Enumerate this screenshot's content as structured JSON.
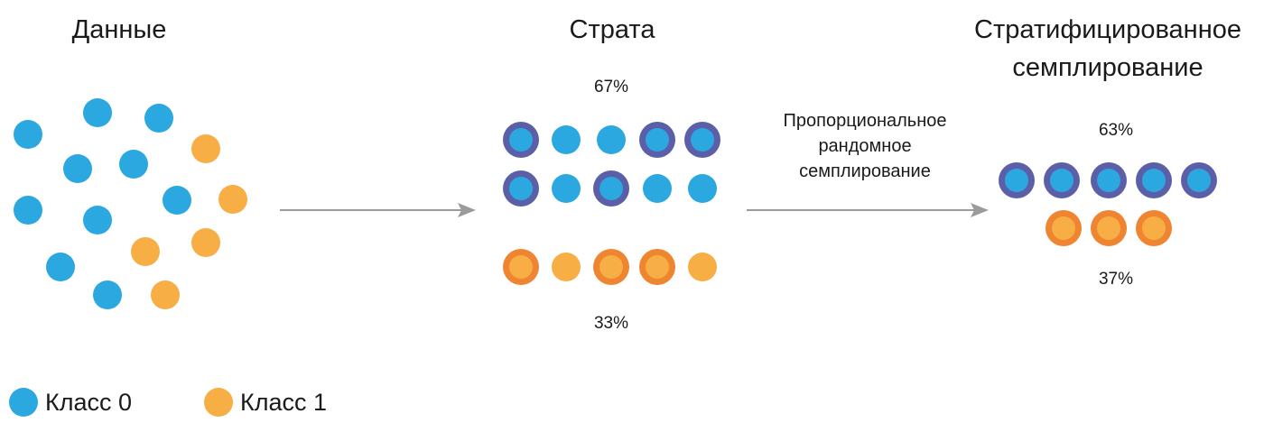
{
  "colors": {
    "class0": "#2ca8e0",
    "class1": "#f7ae45",
    "class0_ring": "#5b5fa8",
    "class1_ring": "#ef8431",
    "arrow": "#9b9b9b"
  },
  "sections": {
    "data": {
      "title": "Данные"
    },
    "strata": {
      "title": "Страта",
      "pct_class0": "67%",
      "pct_class1": "33%"
    },
    "sample": {
      "title_line1": "Стратифицированное",
      "title_line2": "семплирование",
      "pct_class0": "63%",
      "pct_class1": "37%"
    }
  },
  "arrow_label": {
    "line1": "Пропорциональное",
    "line2": "рандомное",
    "line3": "семплирование"
  },
  "legend": [
    {
      "label": "Класс 0",
      "class": 0
    },
    {
      "label": "Класс 1",
      "class": 1
    }
  ],
  "points": {
    "data_cluster": {
      "class0_count": 10,
      "class1_count": 5
    },
    "strata": {
      "class0_rows": [
        [
          true,
          false,
          false,
          true,
          true
        ],
        [
          true,
          false,
          true,
          false,
          false
        ]
      ],
      "class1_rows": [
        [
          true,
          false,
          true,
          true,
          false
        ]
      ]
    },
    "sample": {
      "class0_count": 5,
      "class1_count": 3
    }
  }
}
